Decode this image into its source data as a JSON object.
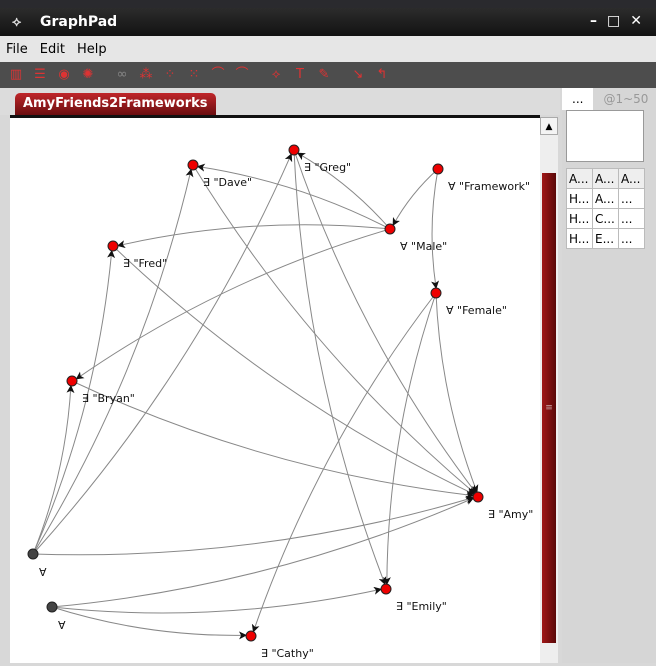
{
  "window": {
    "title": "GraphPad",
    "minimize": "–",
    "maximize": "□",
    "close": "✕"
  },
  "menu": [
    "File",
    "Edit",
    "Help"
  ],
  "toolbar": [
    "layout-icon",
    "align-icon",
    "target-icon",
    "explode-icon",
    "link-icon",
    "group-icon",
    "nodes-icon",
    "select-icon",
    "curve-icon",
    "curve2-icon",
    "node-icon",
    "text-icon",
    "edit-icon",
    "edge-icon",
    "arrow-icon"
  ],
  "tab": "AmyFriends2Frameworks",
  "right_panel": {
    "tabs": [
      "...",
      "@1~50"
    ],
    "table": {
      "headers": [
        "A...",
        "A...",
        "A..."
      ],
      "rows": [
        [
          "H...",
          "A...",
          "..."
        ],
        [
          "H...",
          "C...",
          "..."
        ],
        [
          "H...",
          "E...",
          "..."
        ]
      ]
    }
  },
  "graph": {
    "nodes": [
      {
        "id": "dave",
        "label": "∃ \"Dave\"",
        "type": "red"
      },
      {
        "id": "greg",
        "label": "∃ \"Greg\"",
        "type": "red"
      },
      {
        "id": "framework",
        "label": "∀ \"Framework\"",
        "type": "red"
      },
      {
        "id": "fred",
        "label": "∃ \"Fred\"",
        "type": "red"
      },
      {
        "id": "male",
        "label": "∀ \"Male\"",
        "type": "red"
      },
      {
        "id": "female",
        "label": "∀ \"Female\"",
        "type": "red"
      },
      {
        "id": "bryan",
        "label": "∃ \"Bryan\"",
        "type": "red"
      },
      {
        "id": "amy",
        "label": "∃ \"Amy\"",
        "type": "red"
      },
      {
        "id": "emily",
        "label": "∃ \"Emily\"",
        "type": "red"
      },
      {
        "id": "cathy",
        "label": "∃ \"Cathy\"",
        "type": "red"
      },
      {
        "id": "q1",
        "label": "∀",
        "type": "gray"
      },
      {
        "id": "q2",
        "label": "∀",
        "type": "gray"
      }
    ],
    "edges": [
      [
        "framework",
        "male"
      ],
      [
        "framework",
        "female"
      ],
      [
        "male",
        "greg"
      ],
      [
        "male",
        "dave"
      ],
      [
        "male",
        "fred"
      ],
      [
        "male",
        "bryan"
      ],
      [
        "female",
        "amy"
      ],
      [
        "female",
        "cathy"
      ],
      [
        "female",
        "emily"
      ],
      [
        "dave",
        "amy"
      ],
      [
        "greg",
        "amy"
      ],
      [
        "fred",
        "amy"
      ],
      [
        "bryan",
        "amy"
      ],
      [
        "greg",
        "emily"
      ],
      [
        "q1",
        "bryan"
      ],
      [
        "q1",
        "fred"
      ],
      [
        "q1",
        "dave"
      ],
      [
        "q1",
        "greg"
      ],
      [
        "q1",
        "amy"
      ],
      [
        "q2",
        "amy"
      ],
      [
        "q2",
        "emily"
      ],
      [
        "q2",
        "cathy"
      ]
    ]
  }
}
